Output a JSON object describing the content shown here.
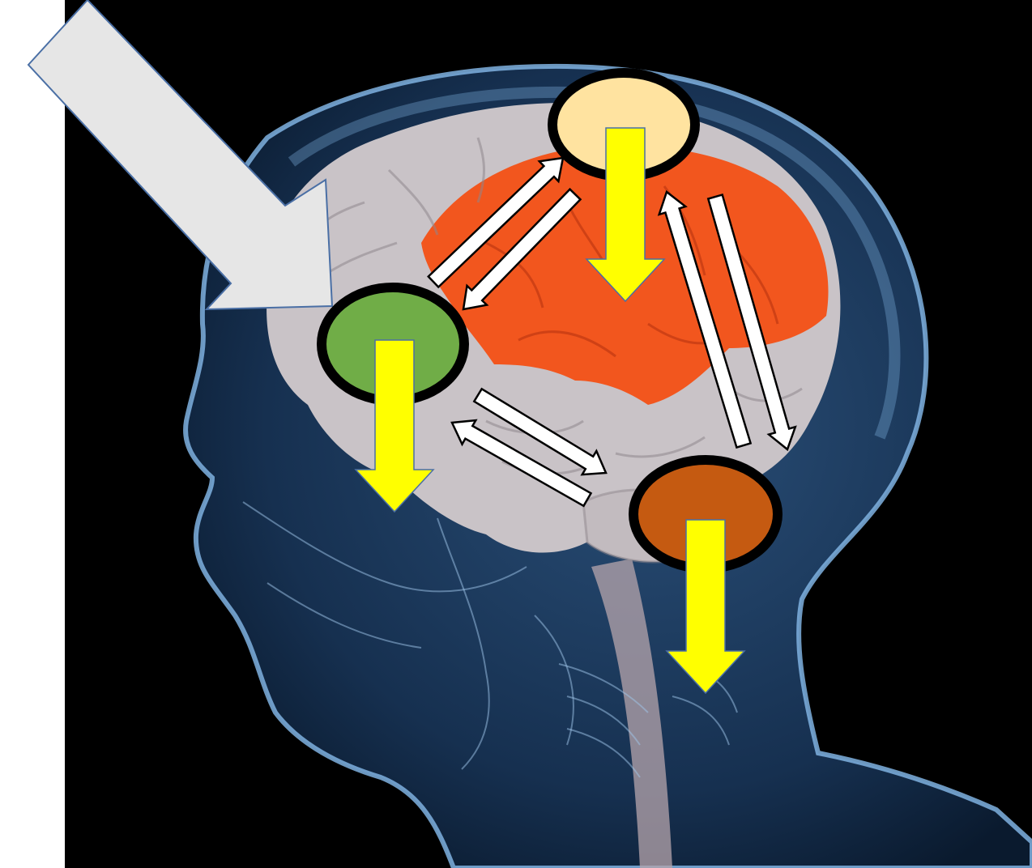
{
  "colors": {
    "page_background": "#ffffff",
    "image_background": "#000000",
    "head_glow": "#7fb2e0",
    "brain_tissue": "#c9c3c7",
    "highlighted_region": "#f2561e",
    "input_arrow_fill": "#e6e6e6",
    "input_arrow_stroke": "#4a6fa5",
    "output_arrow_fill": "#ffff00",
    "output_arrow_stroke": "#4a6fa5",
    "link_arrow_fill": "#ffffff",
    "link_arrow_stroke": "#000000"
  },
  "nodes": [
    {
      "id": "node-top",
      "icon": "ellipse-node",
      "fill": "#ffe3a0",
      "stroke": "#000000"
    },
    {
      "id": "node-left",
      "icon": "ellipse-node",
      "fill": "#70ad47",
      "stroke": "#000000"
    },
    {
      "id": "node-right",
      "icon": "ellipse-node",
      "fill": "#c55a11",
      "stroke": "#000000"
    }
  ],
  "input_arrow": {
    "icon": "block-arrow",
    "direction": "down-right",
    "target": "node-left"
  },
  "output_arrows": [
    {
      "from": "node-top",
      "direction": "down"
    },
    {
      "from": "node-left",
      "direction": "down"
    },
    {
      "from": "node-right",
      "direction": "down"
    }
  ],
  "link_arrows": [
    {
      "from": "node-left",
      "to": "node-top"
    },
    {
      "from": "node-top",
      "to": "node-left"
    },
    {
      "from": "node-left",
      "to": "node-right"
    },
    {
      "from": "node-right",
      "to": "node-left"
    },
    {
      "from": "node-top",
      "to": "node-right"
    },
    {
      "from": "node-right",
      "to": "node-top"
    }
  ]
}
